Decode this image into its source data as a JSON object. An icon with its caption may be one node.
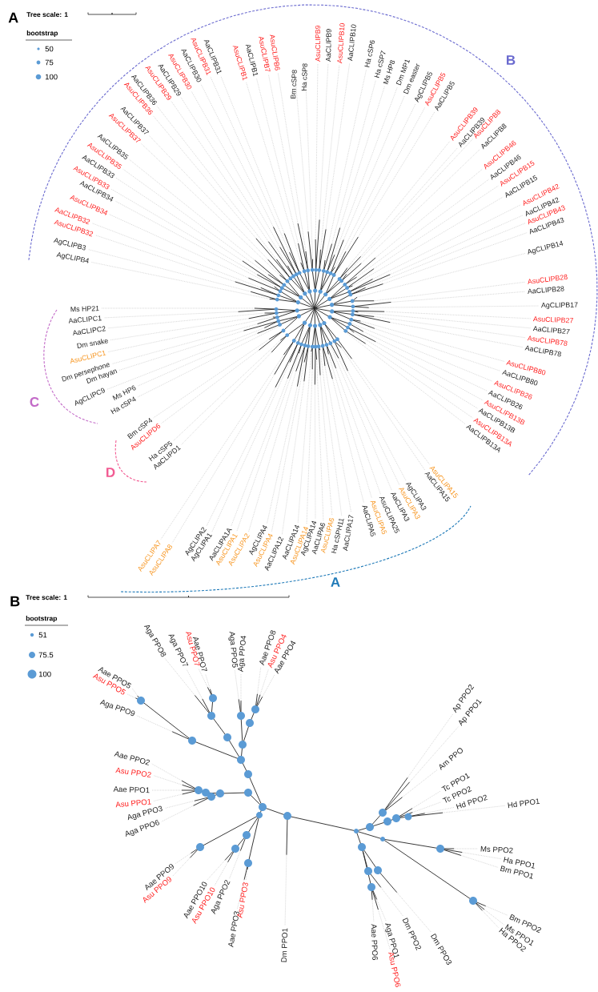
{
  "diagram": {
    "labels": [
      "A",
      "Tree scale: 1",
      "bootstrap",
      "B",
      "AgCLIPB4",
      "AgCLIPB3",
      "AsuCLIPB32",
      "AaCLIPB32",
      "AsuCLIPB34",
      "AaCLIPB34",
      "AsuCLIPB33",
      "AaCLIPB33",
      "AsuCLIPB35",
      "AaCLIPB35",
      "AsuCLIPB37",
      "AaCLIPB37",
      "AsuCLIPB36",
      "AaCLIPB36",
      "AsuCLIPB29",
      "AaCLIPB29",
      "AsuCLIPB30",
      "AaCLIPB30",
      "AsuCLIPB31",
      "AaCLIPB31",
      "AsuCLIPB1",
      "AaCLIPB1",
      "AsuCLIPB7",
      "AsuCLIPB6",
      "Bm cSP8",
      "Ha cSP8",
      "AsuCLIPB9",
      "AaCLIPB9",
      "AsuCLIPB10",
      "AaCLIPB10",
      "Ha cSP6",
      "Ha cSP7",
      "Ms HP8",
      "Dm MP1",
      "Dm easter",
      "AgCLIPB5",
      "AsuCLIPB5",
      "AaCLIPB5",
      "AsuCLIPB39",
      "AaCLIPB39",
      "AsuCLIPB8",
      "AaCLIPB8",
      "AsuCLIPB46",
      "AaCLIPB46",
      "AsuCLIPB15",
      "AaCLIPB15",
      "AsuCLIPB42",
      "AaCLIPB42",
      "AsuCLIPB43",
      "AaCLIPB43",
      "AgCLIPB14",
      "AsuCLIPB28",
      "AaCLIPB28",
      "AgCLIPB17",
      "AsuCLIPB27",
      "AaCLIPB27",
      "AsuCLIPB78",
      "AaCLIPB78",
      "AsuCLIPB80",
      "AaCLIPB80",
      "AsuCLIPB26",
      "AaCLIPB26",
      "AsuCLIPB13B",
      "AaCLIPB13B",
      "AsuCLIPB13A",
      "AaCLIPB13A",
      "Ms HP21",
      "AaCLIPC1",
      "AaCLIPC2",
      "Dm snake",
      "AsuCLIPC1",
      "Dm persephone",
      "Dm hayan",
      "AgCLIPC9",
      "Ms HP6",
      "Ha cSP4",
      "Bm cSP4",
      "AsuCLIPD6",
      "Ha cSP5",
      "AaCLIPD1",
      "AsuCLIPA7",
      "AsuCLIPA8",
      "AgCLIPA2",
      "AgCLIPA1",
      "AaCLIPA1A",
      "AsuCLIPA1",
      "AsuCLIPA2",
      "AgCLIPA4",
      "AsuCLIPA4",
      "AaCLIPA12",
      "AaCLIPA14",
      "AsuCLIPA14",
      "AgCLIPA14",
      "AaCLIPA6",
      "AsuCLIPA6",
      "Ha cSPH11",
      "AaCLIPA17",
      "AaCLIPA5",
      "AsuCLIPA5",
      "AsuCLIPA25",
      "AaCLIPA3",
      "AsuCLIPA3",
      "AgCLIPA3",
      "AaCLIPA15",
      "AsuCLIPA15",
      "C",
      "D",
      "A",
      "B",
      "Tree scale: 1",
      "bootstrap",
      "Aae PPO5",
      "Asu PPO5",
      "Aga PPO9",
      "Aga PPO8",
      "Aga PPO7",
      "Asu PPO7",
      "Aae PPO7",
      "Aga PPO5",
      "Aga PPO4",
      "Aae PPO8",
      "Asu PPO4",
      "Aae PPO4",
      "Ap PPO2",
      "Ap PPO1",
      "Am PPO",
      "Tc PPO1",
      "Tc PPO2",
      "Hd PPO2",
      "Hd PPO1",
      "Ms PPO2",
      "Ha PPO1",
      "Bm PPO1",
      "Bm PPO2",
      "Ms PPO1",
      "Ha PPO2",
      "Aae PPO2",
      "Asu PPO2",
      "Aae PPO1",
      "Asu PPO1",
      "Aga PPO3",
      "Aga PPO6",
      "Asu PPO9",
      "Aae PPO9",
      "Aae PPO10",
      "Asu PPO10",
      "Aga PPO2",
      "Aae PPO3",
      "Asu PPO3",
      "Dm PPO1",
      "Aae PPO6",
      "Aga PPO1",
      "Asu PPO6",
      "Dm PPO2",
      "Dm PPO3"
    ],
    "legend": [
      {
        "text": "50"
      },
      {
        "text": "75"
      },
      {
        "text": "100"
      },
      {
        "text": "51"
      },
      {
        "text": "75.5"
      },
      {
        "text": "100"
      }
    ]
  }
}
